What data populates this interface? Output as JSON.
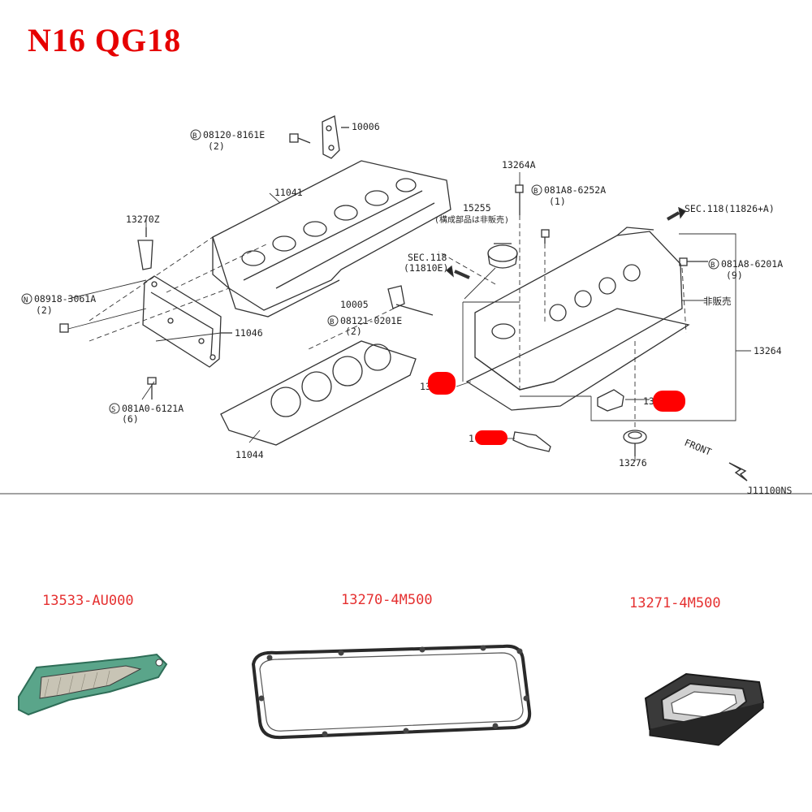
{
  "title": "N16  QG18",
  "diagram": {
    "labels": [
      {
        "id": "p10006",
        "text": "10006"
      },
      {
        "id": "b08120",
        "text": "08120-8161E"
      },
      {
        "id": "b08120q",
        "text": "(2)"
      },
      {
        "id": "p11041",
        "text": "11041"
      },
      {
        "id": "p13264A",
        "text": "13264A"
      },
      {
        "id": "b081A8a",
        "text": "081A8-6252A"
      },
      {
        "id": "b081A8aq",
        "text": "(1)"
      },
      {
        "id": "p15255",
        "text": "15255"
      },
      {
        "id": "jp15255",
        "text": "(構成部品は非販売)"
      },
      {
        "id": "sec118a",
        "text": "SEC.118(11826+A)"
      },
      {
        "id": "p13270Z",
        "text": "13270Z"
      },
      {
        "id": "sec118b",
        "text": "SEC.118"
      },
      {
        "id": "sec118bsub",
        "text": "(11810E)"
      },
      {
        "id": "b081A8b",
        "text": "081A8-6201A"
      },
      {
        "id": "b081A8bq",
        "text": "(9)"
      },
      {
        "id": "nonsale",
        "text": "非販売"
      },
      {
        "id": "n08918",
        "text": "08918-3061A"
      },
      {
        "id": "n08918q",
        "text": "(2)"
      },
      {
        "id": "p10005",
        "text": "10005"
      },
      {
        "id": "b08121",
        "text": "08121-0201E"
      },
      {
        "id": "b08121q",
        "text": "(2)"
      },
      {
        "id": "p11046",
        "text": "11046"
      },
      {
        "id": "p13264",
        "text": "13264"
      },
      {
        "id": "p13a",
        "text": "13"
      },
      {
        "id": "p13b",
        "text": "13"
      },
      {
        "id": "p1c",
        "text": "1"
      },
      {
        "id": "s081A0",
        "text": "081A0-6121A"
      },
      {
        "id": "s081A0q",
        "text": "(6)"
      },
      {
        "id": "p11044",
        "text": "11044"
      },
      {
        "id": "p13276",
        "text": "13276"
      },
      {
        "id": "front",
        "text": "FRONT"
      },
      {
        "id": "code",
        "text": "J11100NS"
      },
      {
        "id": "circB1",
        "text": "B"
      },
      {
        "id": "circB2",
        "text": "B"
      },
      {
        "id": "circB3",
        "text": "B"
      },
      {
        "id": "circB4",
        "text": "B"
      },
      {
        "id": "circN",
        "text": "N"
      },
      {
        "id": "circS",
        "text": "S"
      }
    ]
  },
  "parts": [
    {
      "number": "13533-AU000"
    },
    {
      "number": "13270-4M500"
    },
    {
      "number": "13271-4M500"
    }
  ],
  "colors": {
    "title": "#e60000",
    "redact": "#ff0000",
    "caption": "#e53030"
  }
}
